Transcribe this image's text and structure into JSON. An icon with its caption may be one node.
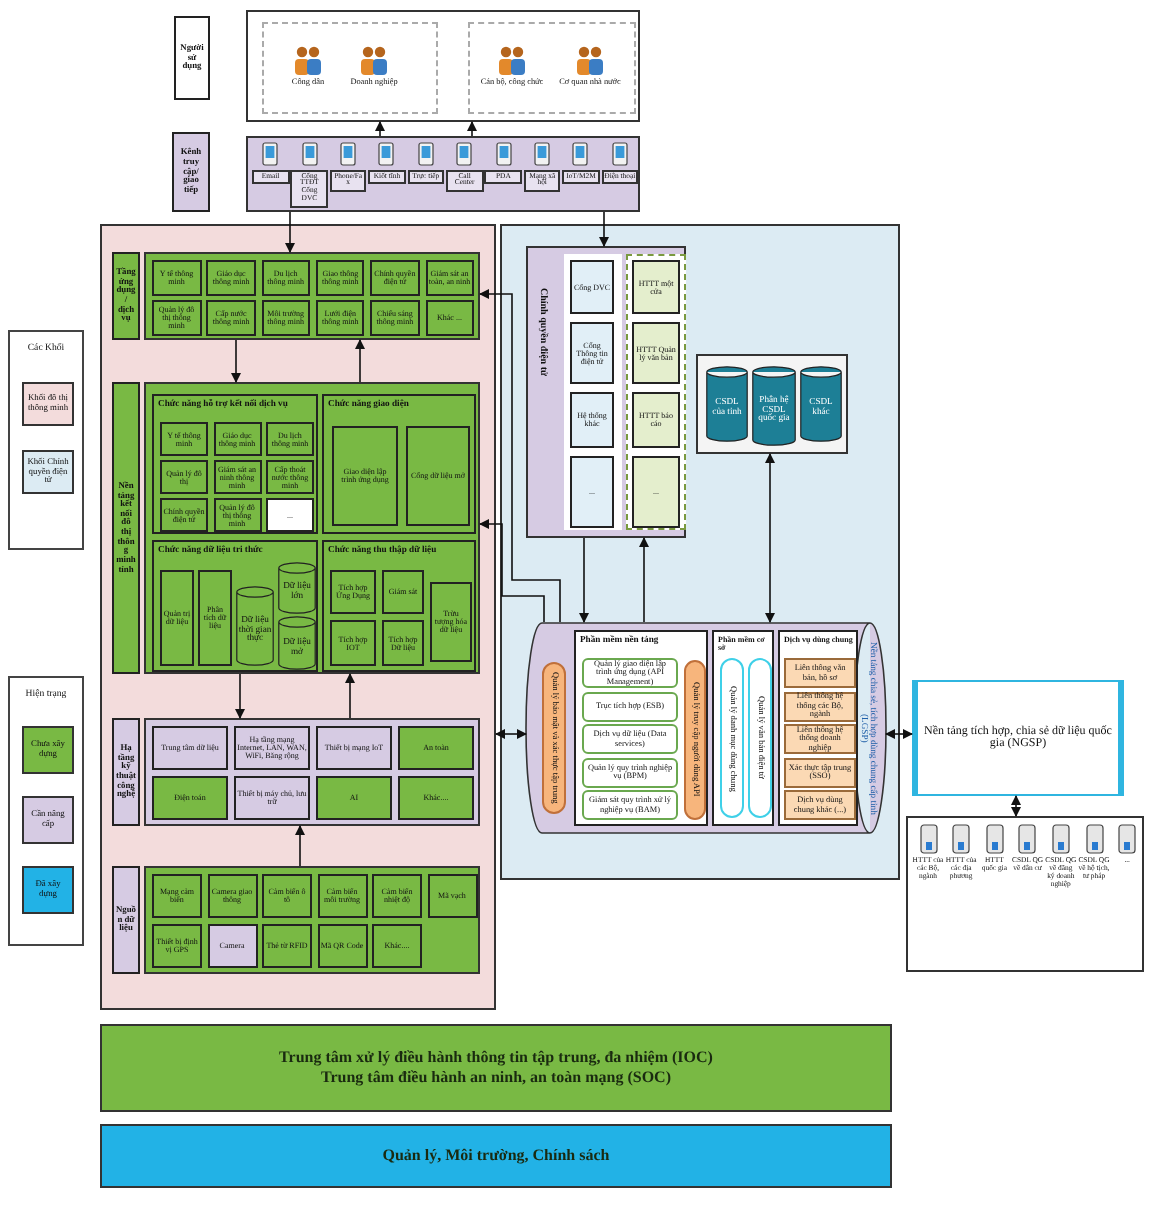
{
  "diagram": {
    "nodes": [
      {
        "text": [
          "Người sử dụng"
        ]
      },
      {
        "text": [],
        "shape": "box"
      },
      {
        "text": [
          "Công dân"
        ],
        "in": 1
      },
      {
        "text": [
          "Doanh nghiệp"
        ],
        "in": 1
      },
      {
        "text": [
          "Cán bộ, công chức"
        ],
        "in": 1
      },
      {
        "text": [
          "Cơ quan nhà nước"
        ],
        "in": 1
      },
      {
        "text": [
          "Kênh truy cập/ giao tiếp"
        ]
      },
      {
        "text": [],
        "shape": "box"
      },
      {
        "text": [
          "Email"
        ],
        "in": 7
      },
      {
        "text": [
          "Cổng TTĐT Cổng DVC"
        ],
        "in": 7
      },
      {
        "text": [
          "Phone/Fax"
        ],
        "in": 7
      },
      {
        "text": [
          "Kiốt tĩnh"
        ],
        "in": 7
      },
      {
        "text": [
          "Trực tiếp"
        ],
        "in": 7
      },
      {
        "text": [
          "Call Center"
        ],
        "in": 7
      },
      {
        "text": [
          "PDA"
        ],
        "in": 7
      },
      {
        "text": [
          "Mạng xã hội"
        ],
        "in": 7
      },
      {
        "text": [
          "IoT/M2M"
        ],
        "in": 7
      },
      {
        "text": [
          "Điện thoại"
        ],
        "in": 7
      },
      {
        "text": [],
        "shape": "box"
      },
      {
        "text": [
          "Tầng ứng dụng/ dịch vụ"
        ],
        "in": 18
      },
      {
        "text": [],
        "shape": "box",
        "in": 18
      },
      {
        "text": [
          "Y tế thông minh"
        ],
        "in": 20
      },
      {
        "text": [
          "Giáo dục thông minh"
        ],
        "in": 20
      },
      {
        "text": [
          "Du lịch thông minh"
        ],
        "in": 20
      },
      {
        "text": [
          "Giao thông thông minh"
        ],
        "in": 20
      },
      {
        "text": [
          "Chính quyền điện tử"
        ],
        "in": 20
      },
      {
        "text": [
          "Giám sát an toàn, an ninh"
        ],
        "in": 20
      },
      {
        "text": [
          "Quản lý đô thị thông minh"
        ],
        "in": 20
      },
      {
        "text": [
          "Cấp nước thông minh"
        ],
        "in": 20
      },
      {
        "text": [
          "Môi trường thông minh"
        ],
        "in": 20
      },
      {
        "text": [
          "Lưới điện thông minh"
        ],
        "in": 20
      },
      {
        "text": [
          "Chiếu sáng thông minh"
        ],
        "in": 20
      },
      {
        "text": [
          "Khác ..."
        ],
        "in": 20
      },
      {
        "text": [
          "Nền tảng kết nối đô thị thông minh tỉnh"
        ],
        "in": 18
      },
      {
        "text": [],
        "shape": "box",
        "in": 18
      },
      {
        "text": [
          "Chức năng hỗ trợ kết nối dịch vụ"
        ],
        "in": 34
      },
      {
        "text": [
          "Y tế thông minh"
        ],
        "in": 35
      },
      {
        "text": [
          "Giáo dục thông minh"
        ],
        "in": 35
      },
      {
        "text": [
          "Du lịch thông minh"
        ],
        "in": 35
      },
      {
        "text": [
          "Quản lý đô thị"
        ],
        "in": 35
      },
      {
        "text": [
          "Giám sát an ninh thông minh"
        ],
        "in": 35
      },
      {
        "text": [
          "Cấp thoát nước thông minh"
        ],
        "in": 35
      },
      {
        "text": [
          "Chính quyền điện tử"
        ],
        "in": 35
      },
      {
        "text": [
          "Quản lý đô thị thông minh"
        ],
        "in": 35
      },
      {
        "text": [
          "..."
        ],
        "in": 35
      },
      {
        "text": [
          "Chức năng giao diện"
        ],
        "in": 34
      },
      {
        "text": [
          "Giao diện lập trình ứng dụng"
        ],
        "in": 45
      },
      {
        "text": [
          "Cổng dữ liệu mở"
        ],
        "in": 45
      },
      {
        "text": [
          "Chức năng dữ liệu tri thức"
        ],
        "in": 34
      },
      {
        "text": [
          "Quản trị dữ liệu"
        ],
        "in": 48
      },
      {
        "text": [
          "Phân tích dữ liệu"
        ],
        "in": 48
      },
      {
        "text": [
          "Dữ liệu thời gian thực"
        ],
        "in": 48
      },
      {
        "text": [
          "Dữ liệu lớn"
        ],
        "in": 48
      },
      {
        "text": [
          "Dữ liệu mở"
        ],
        "in": 48
      },
      {
        "text": [
          "Chức năng thu thập dữ liệu"
        ],
        "in": 34
      },
      {
        "text": [
          "Tích hợp Ứng Dụng"
        ],
        "in": 54
      },
      {
        "text": [
          "Giám sát"
        ],
        "in": 54
      },
      {
        "text": [
          "Trừu tượng hóa dữ liệu"
        ],
        "in": 54
      },
      {
        "text": [
          "Tích hợp IOT"
        ],
        "in": 54
      },
      {
        "text": [
          "Tích hợp Dữ liệu"
        ],
        "in": 54
      },
      {
        "text": [
          "Hạ tầng kỹ thuật công nghệ"
        ],
        "in": 18
      },
      {
        "text": [],
        "shape": "box",
        "in": 18
      },
      {
        "text": [
          "Trung tâm dữ liệu"
        ],
        "in": 61
      },
      {
        "text": [
          "Hạ tầng mạng Internet, LAN, WAN, WiFi, Băng rộng"
        ],
        "in": 61
      },
      {
        "text": [
          "Thiết bị mạng IoT"
        ],
        "in": 61
      },
      {
        "text": [
          "An toàn"
        ],
        "in": 61
      },
      {
        "text": [
          "Điện toán"
        ],
        "in": 61
      },
      {
        "text": [
          "Thiết bị máy chủ, lưu trữ"
        ],
        "in": 61
      },
      {
        "text": [
          "AI"
        ],
        "in": 61
      },
      {
        "text": [
          "Khác...."
        ],
        "in": 61
      },
      {
        "text": [
          "Nguồn dữ liệu"
        ],
        "in": 18
      },
      {
        "text": [],
        "shape": "box",
        "in": 18
      },
      {
        "text": [
          "Mạng cảm biến"
        ],
        "in": 71
      },
      {
        "text": [
          "Camera giao thông"
        ],
        "in": 71
      },
      {
        "text": [
          "Cảm biến ô tô"
        ],
        "in": 71
      },
      {
        "text": [
          "Cảm biến môi trường"
        ],
        "in": 71
      },
      {
        "text": [
          "Cảm biến nhiệt độ"
        ],
        "in": 71
      },
      {
        "text": [
          "Mã vạch"
        ],
        "in": 71
      },
      {
        "text": [
          "Thiết bị định vị GPS"
        ],
        "in": 71
      },
      {
        "text": [
          "Camera"
        ],
        "in": 71
      },
      {
        "text": [
          "Thẻ từ RFID"
        ],
        "in": 71
      },
      {
        "text": [
          "Mã QR Code"
        ],
        "in": 71
      },
      {
        "text": [
          "Khác...."
        ],
        "in": 71
      },
      {
        "text": [],
        "shape": "box"
      },
      {
        "text": [
          "Chính quyền điện tử"
        ],
        "in": 83
      },
      {
        "text": [
          "Cổng DVC"
        ],
        "in": 84
      },
      {
        "text": [
          "Cổng Thông tin điện tử"
        ],
        "in": 84
      },
      {
        "text": [
          "Hệ thống khác"
        ],
        "in": 84
      },
      {
        "text": [
          "..."
        ],
        "in": 84
      },
      {
        "text": [
          "HTTT một cửa"
        ],
        "in": 84
      },
      {
        "text": [
          "HTTT Quản lý văn bản"
        ],
        "in": 84
      },
      {
        "text": [
          "HTTT báo cáo"
        ],
        "in": 84
      },
      {
        "text": [
          "..."
        ],
        "in": 84
      },
      {
        "text": [],
        "shape": "box",
        "in": 83
      },
      {
        "text": [
          "CSDL của tỉnh"
        ],
        "in": 93
      },
      {
        "text": [
          "Phân hệ CSDL quốc gia"
        ],
        "in": 93
      },
      {
        "text": [
          "CSDL khác"
        ],
        "in": 93
      },
      {
        "text": [
          "Nền tảng chia sẻ, tích hợp dùng chung cấp tỉnh (LGSP)"
        ],
        "in": 83
      },
      {
        "text": [
          "Quản lý bảo mật và xác thực tập trung"
        ],
        "in": 97
      },
      {
        "text": [
          "Phần mềm nền tảng"
        ],
        "in": 97
      },
      {
        "text": [
          "Quản lý giao diện lập trình ứng dụng (API Management)"
        ],
        "in": 99
      },
      {
        "text": [
          "Trục tích hợp (ESB)"
        ],
        "in": 99
      },
      {
        "text": [
          "Dịch vụ dữ liệu (Data services)"
        ],
        "in": 99
      },
      {
        "text": [
          "Quản lý quy trình nghiệp vụ (BPM)"
        ],
        "in": 99
      },
      {
        "text": [
          "Giám sát quy trình xử lý nghiệp vụ (BAM)"
        ],
        "in": 99
      },
      {
        "text": [
          "Quản lý truy cập người dùng API"
        ],
        "in": 99
      },
      {
        "text": [
          "Phần mềm cơ sở"
        ],
        "in": 97
      },
      {
        "text": [
          "Quản lý danh mục dùng chung"
        ],
        "in": 106
      },
      {
        "text": [
          "Quản lý văn bản điện tử"
        ],
        "in": 106
      },
      {
        "text": [
          "Dịch vụ dùng chung"
        ],
        "in": 97
      },
      {
        "text": [
          "Liên thông văn bản, hồ sơ"
        ],
        "in": 109
      },
      {
        "text": [
          "Liên thông hệ thống các Bộ, ngành"
        ],
        "in": 109
      },
      {
        "text": [
          "Liên thông hệ thống doanh nghiệp"
        ],
        "in": 109
      },
      {
        "text": [
          "Xác thực tập trung (SSO)"
        ],
        "in": 109
      },
      {
        "text": [
          "Dịch vụ dùng chung khác (...)"
        ],
        "in": 109
      },
      {
        "text": [
          "Nền tảng tích hợp, chia sẻ dữ liệu quốc gia (NGSP)"
        ]
      },
      {
        "text": [],
        "shape": "box"
      },
      {
        "text": [
          "HTTT của các Bộ, ngành"
        ],
        "in": 116
      },
      {
        "text": [
          "HTTT của các địa phương"
        ],
        "in": 116
      },
      {
        "text": [
          "HTTT quốc gia"
        ],
        "in": 116
      },
      {
        "text": [
          "CSDL QG về dân cư"
        ],
        "in": 116
      },
      {
        "text": [
          "CSDL QG về đăng ký doanh nghiệp"
        ],
        "in": 116
      },
      {
        "text": [
          "CSDL QG về hộ tịch, tư pháp"
        ],
        "in": 116
      },
      {
        "text": [
          "..."
        ],
        "in": 116
      },
      {
        "text": [
          "Trung tâm xử lý điều hành thông tin tập trung, đa nhiệm (IOC)",
          "Trung tâm điều hành an ninh, an toàn mạng (SOC)"
        ]
      },
      {
        "text": [
          "Quản lý, Môi trường, Chính sách"
        ]
      }
    ],
    "edges": [
      {
        "from": 7,
        "to": 1,
        "arrow": "to"
      },
      {
        "from": 7,
        "to": 1,
        "arrow": "to"
      },
      {
        "from": 7,
        "to": 20,
        "arrow": "to"
      },
      {
        "from": 7,
        "to": 84,
        "arrow": "to"
      },
      {
        "from": 20,
        "to": 34,
        "arrow": "to"
      },
      {
        "from": 34,
        "to": 20,
        "arrow": "to"
      },
      {
        "from": 34,
        "to": 61,
        "arrow": "to"
      },
      {
        "from": 61,
        "to": 34,
        "arrow": "to"
      },
      {
        "from": 71,
        "to": 61,
        "arrow": "to"
      },
      {
        "from": 97,
        "to": 20,
        "arrow": "to"
      },
      {
        "from": 97,
        "to": 34,
        "arrow": "to"
      },
      {
        "from": 84,
        "to": 97,
        "arrow": "to"
      },
      {
        "from": 97,
        "to": 84,
        "arrow": "to"
      },
      {
        "from": 93,
        "to": 97,
        "arrow": "both"
      },
      {
        "from": 18,
        "to": 97,
        "arrow": "both"
      },
      {
        "from": 97,
        "to": 115,
        "arrow": "both"
      },
      {
        "from": 115,
        "to": 116,
        "arrow": "both"
      }
    ],
    "labels": [
      "Các Khối",
      "Hiện trạng"
    ],
    "legend": [
      {
        "text": "Khối đô thị thông minh",
        "color": "#f3dcdc"
      },
      {
        "text": "Khối Chính quyền điện tử",
        "color": "#dcebf3"
      },
      {
        "text": "Chưa xây dựng",
        "color": "#79b944"
      },
      {
        "text": "Cần nâng cấp",
        "color": "#d6cbe3"
      },
      {
        "text": "Đã xây dựng",
        "color": "#22b2e6"
      }
    ]
  }
}
